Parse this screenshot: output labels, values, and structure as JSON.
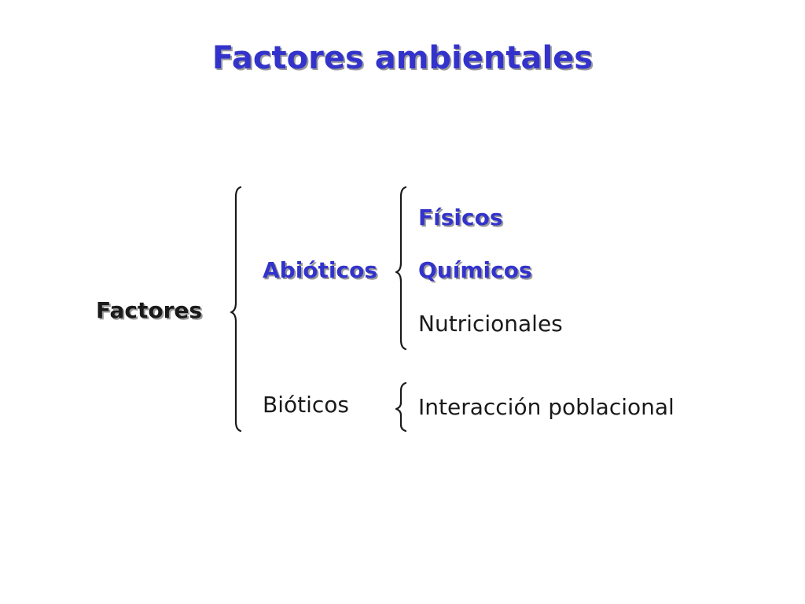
{
  "slide": {
    "title": "Factores ambientales"
  },
  "diagram": {
    "root": {
      "label": "Factores"
    },
    "groups": [
      {
        "label": "Abióticos",
        "items": [
          "Físicos",
          "Químicos",
          "Nutricionales"
        ]
      },
      {
        "label": "Bióticos",
        "items": [
          "Interacción poblacional"
        ]
      }
    ]
  },
  "colors": {
    "title": "#3333cc",
    "highlight": "#3333cc",
    "text": "#1a1a1a",
    "shadow": "#9a9a9a",
    "background": "#ffffff"
  }
}
